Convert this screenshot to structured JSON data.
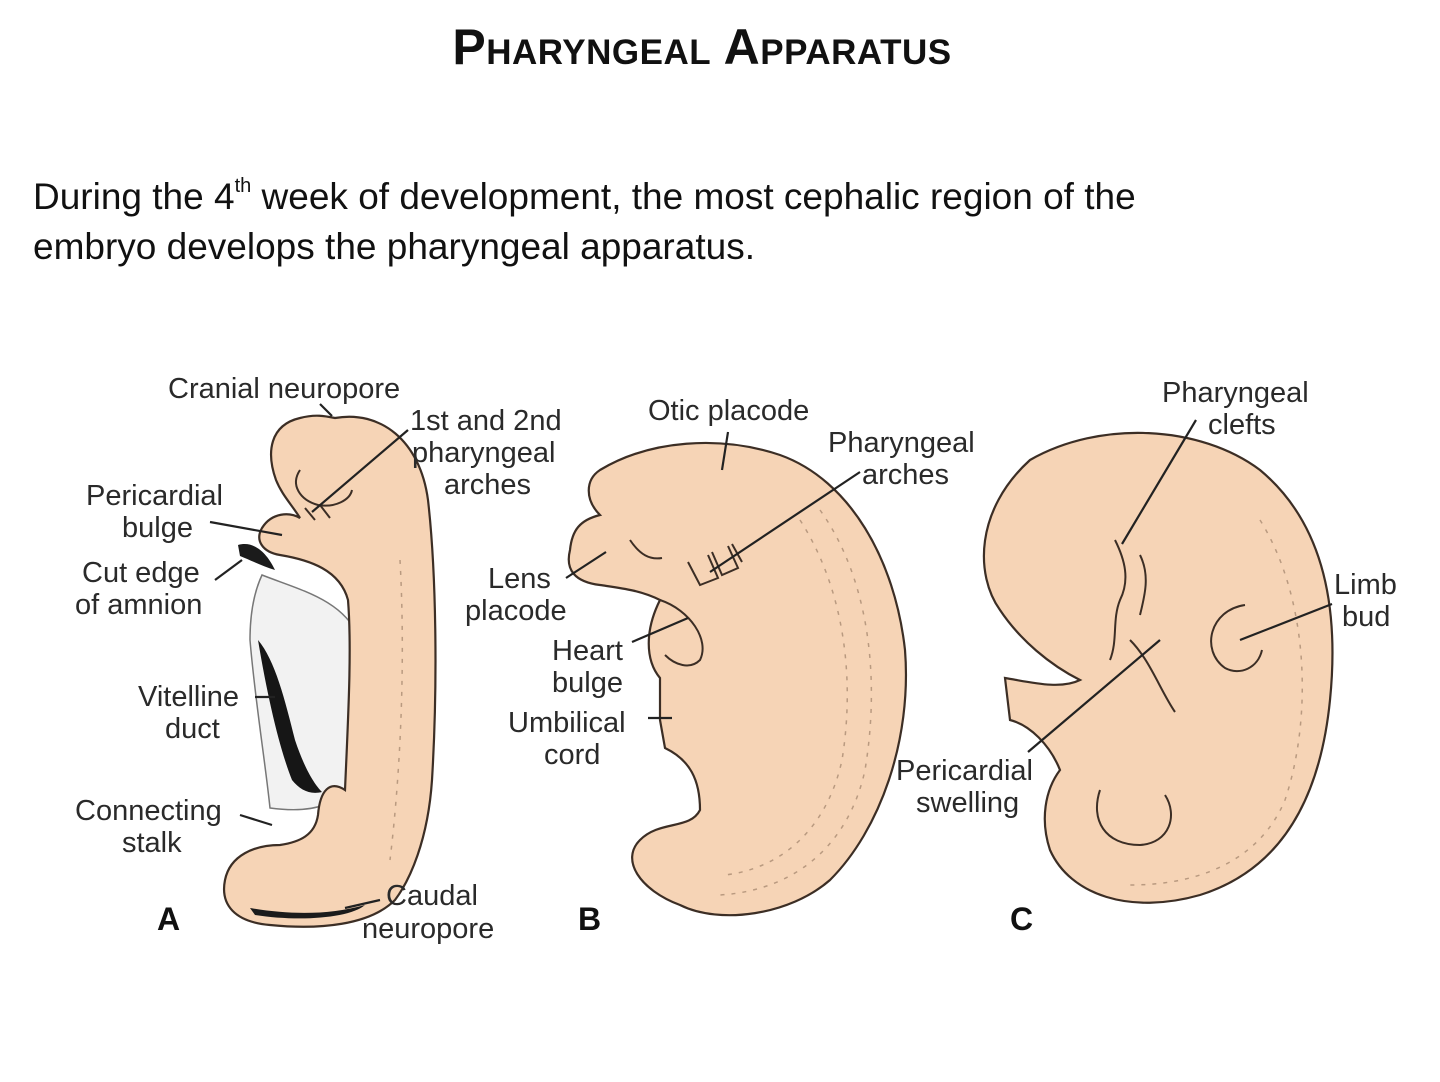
{
  "title": "Pharyngeal Apparatus",
  "intro": {
    "part1": "During the 4",
    "sup": "th",
    "part2": " week of development, the most cephalic region of the",
    "line2": "embryo develops the pharyngeal apparatus."
  },
  "panels": {
    "a": {
      "letter": "A",
      "cranial_neuropore": "Cranial neuropore",
      "arches_1": "1st and 2nd",
      "arches_2": "pharyngeal",
      "arches_3": "arches",
      "pericardial_1": "Pericardial",
      "pericardial_2": "bulge",
      "cut_edge_1": "Cut edge",
      "cut_edge_2": "of amnion",
      "vitelline_1": "Vitelline",
      "vitelline_2": "duct",
      "connecting_1": "Connecting",
      "connecting_2": "stalk",
      "caudal_1": "Caudal",
      "caudal_2": "neuropore"
    },
    "b": {
      "letter": "B",
      "otic": "Otic placode",
      "pharyngeal_1": "Pharyngeal",
      "pharyngeal_2": "arches",
      "lens_1": "Lens",
      "lens_2": "placode",
      "heart_1": "Heart",
      "heart_2": "bulge",
      "umbilical_1": "Umbilical",
      "umbilical_2": "cord"
    },
    "c": {
      "letter": "C",
      "clefts_1": "Pharyngeal",
      "clefts_2": "clefts",
      "limb_1": "Limb",
      "limb_2": "bud",
      "swelling_1": "Pericardial",
      "swelling_2": "swelling"
    }
  },
  "colors": {
    "embryo_fill": "#f6d4b6",
    "outline": "#3c2e25"
  }
}
